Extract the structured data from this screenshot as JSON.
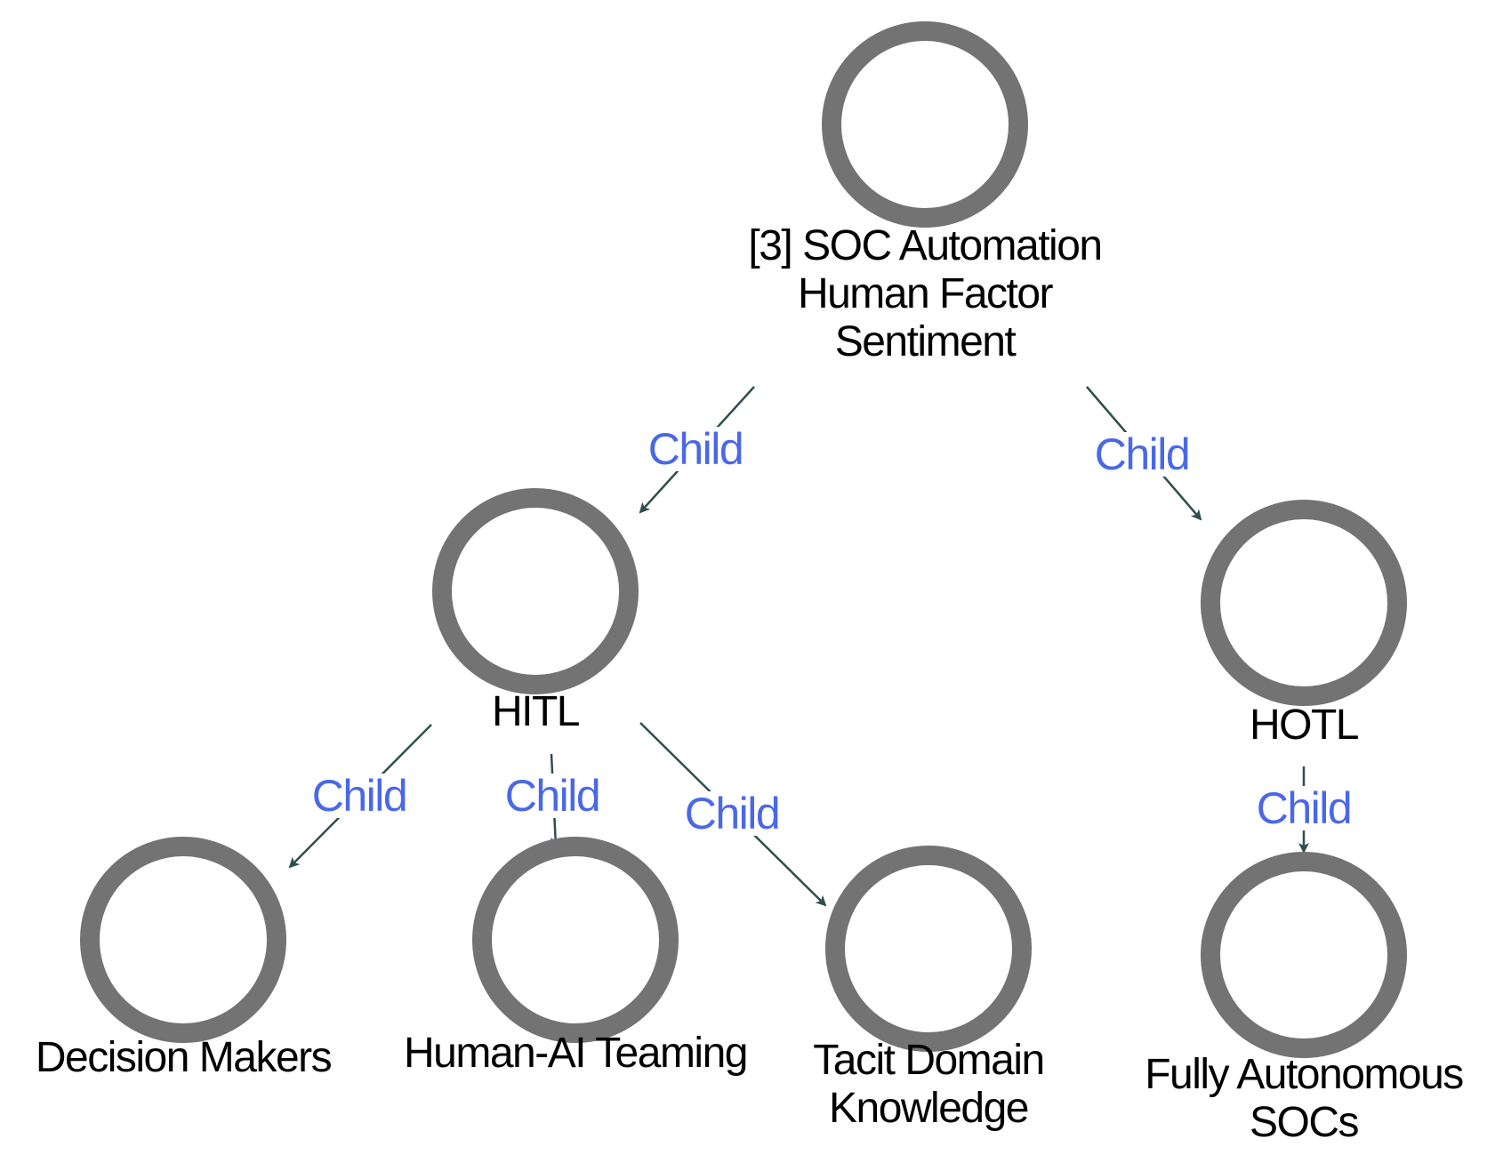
{
  "colors": {
    "node_stroke": "#737373",
    "edge_line": "#2f4f4f",
    "edge_label": "#4a68e6",
    "node_label": "#000000"
  },
  "nodes": [
    {
      "id": "root",
      "label_lines": [
        "[3] SOC Automation",
        "Human Factor",
        "Sentiment"
      ]
    },
    {
      "id": "hitl",
      "label_lines": [
        "HITL"
      ]
    },
    {
      "id": "hotl",
      "label_lines": [
        "HOTL"
      ]
    },
    {
      "id": "decision-makers",
      "label_lines": [
        "Decision Makers"
      ]
    },
    {
      "id": "human-ai-teaming",
      "label_lines": [
        "Human-AI Teaming"
      ]
    },
    {
      "id": "tacit-domain-knowledge",
      "label_lines": [
        "Tacit Domain",
        "Knowledge"
      ]
    },
    {
      "id": "fully-autonomous-socs",
      "label_lines": [
        "Fully Autonomous",
        "SOCs"
      ]
    }
  ],
  "edges": [
    {
      "from": "root",
      "to": "hitl",
      "label": "Child"
    },
    {
      "from": "root",
      "to": "hotl",
      "label": "Child"
    },
    {
      "from": "hitl",
      "to": "decision-makers",
      "label": "Child"
    },
    {
      "from": "hitl",
      "to": "human-ai-teaming",
      "label": "Child"
    },
    {
      "from": "hitl",
      "to": "tacit-domain-knowledge",
      "label": "Child"
    },
    {
      "from": "hotl",
      "to": "fully-autonomous-socs",
      "label": "Child"
    }
  ]
}
